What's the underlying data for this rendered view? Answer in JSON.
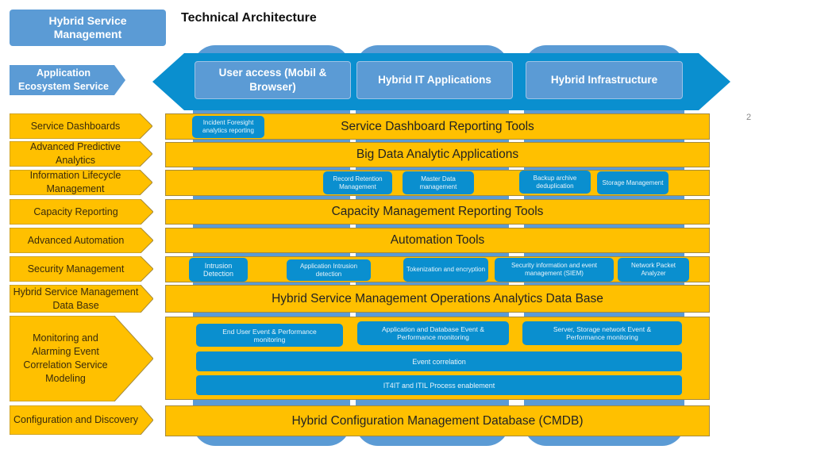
{
  "header": {
    "title_box": "Hybrid Service Management",
    "heading": "Technical Architecture",
    "page_number": "2"
  },
  "top_band": {
    "label": "Application Ecosystem Service",
    "columns": [
      "User access (Mobil & Browser)",
      "Hybrid IT Applications",
      "Hybrid Infrastructure"
    ]
  },
  "layers": [
    {
      "label": "Service Dashboards",
      "content": "Service Dashboard Reporting Tools",
      "chips": [
        "Incident Foresight analytics reporting"
      ]
    },
    {
      "label": "Advanced Predictive Analytics",
      "content": "Big Data Analytic Applications",
      "chips": []
    },
    {
      "label": "Information Lifecycle Management",
      "content": "",
      "chips": [
        "Record Retention Management",
        "Master Data management",
        "Backup archive deduplication",
        "Storage Management"
      ]
    },
    {
      "label": "Capacity Reporting",
      "content": "Capacity Management Reporting Tools",
      "chips": []
    },
    {
      "label": "Advanced Automation",
      "content": "Automation Tools",
      "chips": []
    },
    {
      "label": "Security Management",
      "content": "",
      "chips": [
        "Intrusion Detection",
        "Application Intrusion detection",
        "Tokenization and encryption",
        "Security information and event management (SIEM)",
        "Network Packet Analyzer"
      ]
    },
    {
      "label": "Hybrid Service Management Data Base",
      "content": "Hybrid Service Management Operations Analytics Data Base",
      "chips": []
    },
    {
      "label": "Monitoring and Alarming Event Correlation Service Modeling",
      "content": "",
      "chips": [
        "End User Event & Performance monitoring",
        "Application and Database Event & Performance monitoring",
        "Server, Storage network Event & Performance monitoring",
        "Event correlation",
        "IT4IT and ITIL Process enablement"
      ]
    },
    {
      "label": "Configuration and Discovery",
      "content": "Hybrid Configuration Management Database (CMDB)",
      "chips": []
    }
  ],
  "colors": {
    "band_blue": "#0a8fcf",
    "pillar_blue": "#5b9bd5",
    "layer_gold": "#ffc000"
  }
}
